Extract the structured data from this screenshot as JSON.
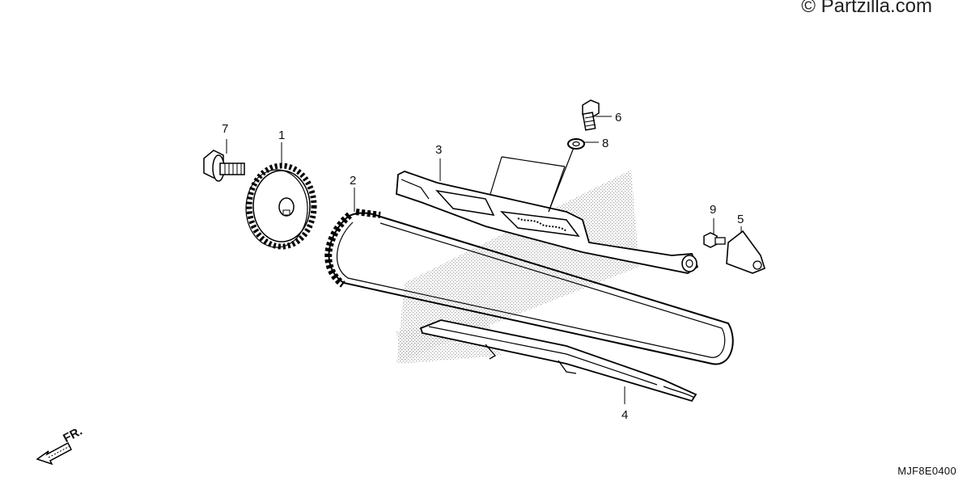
{
  "watermark": "© Partzilla.com",
  "diagram_code": "MJF8E0400",
  "front_indicator": "FR.",
  "callouts": {
    "c1": "1",
    "c2": "2",
    "c3": "3",
    "c4": "4",
    "c5": "5",
    "c6": "6",
    "c7": "7",
    "c8": "8",
    "c9": "9"
  }
}
